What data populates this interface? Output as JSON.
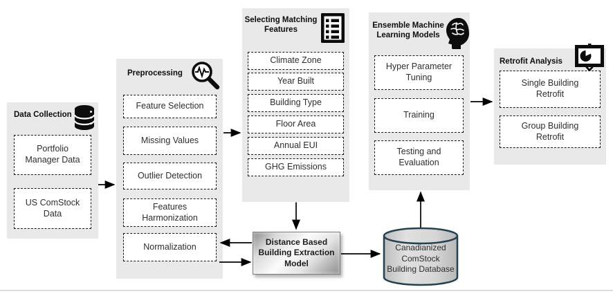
{
  "colors": {
    "panel_bg": "#e9e9e9",
    "dashed_box_border": "#141414",
    "arrow": "#000000",
    "cylinder_border": "#24414f",
    "cylinder_fill": "#d6d6d6",
    "gradient_box": "#c9c9c9"
  },
  "panels": {
    "data_collection": {
      "title": "Data Collection",
      "icon": "database-icon",
      "items": [
        "Portfolio Manager Data",
        "US ComStock Data"
      ]
    },
    "preprocessing": {
      "title": "Preprocessing",
      "icon": "pulse-magnifier-icon",
      "items": [
        "Feature Selection",
        "Missing Values",
        "Outlier Detection",
        "Features Harmonization",
        "Normalization"
      ]
    },
    "selecting_matching_features": {
      "title": "Selecting Matching Features",
      "icon": "checklist-icon",
      "items": [
        "Climate Zone",
        "Year Built",
        "Building Type",
        "Floor Area",
        "Annual EUI",
        "GHG Emissions"
      ]
    },
    "ensemble_ml": {
      "title": "Ensemble Machine Learning Models",
      "icon": "head-brain-icon",
      "items": [
        "Hyper Parameter Tuning",
        "Training",
        "Testing and Evaluation"
      ]
    },
    "retrofit_analysis": {
      "title": "Retrofit Analysis",
      "icon": "presentation-chart-icon",
      "items": [
        "Single Building Retrofit",
        "Group Building Retrofit"
      ]
    }
  },
  "nodes": {
    "distance_model": {
      "label": "Distance Based Building Extraction Model",
      "shape": "beveled-box"
    },
    "comstock_db": {
      "label": "Canadianized ComStock Building Database",
      "shape": "database-cylinder"
    }
  },
  "flows": [
    {
      "from": "Data Collection",
      "to": "Preprocessing"
    },
    {
      "from": "Preprocessing",
      "to": "Selecting Matching Features"
    },
    {
      "from": "Selecting Matching Features",
      "to": "Distance Based Building Extraction Model"
    },
    {
      "from": "Distance Based Building Extraction Model",
      "to": "Normalization"
    },
    {
      "from": "Normalization",
      "to": "Distance Based Building Extraction Model"
    },
    {
      "from": "Distance Based Building Extraction Model",
      "to": "Canadianized ComStock Building Database"
    },
    {
      "from": "Canadianized ComStock Building Database",
      "to": "Ensemble Machine Learning Models"
    },
    {
      "from": "Ensemble Machine Learning Models",
      "to": "Retrofit Analysis"
    }
  ]
}
